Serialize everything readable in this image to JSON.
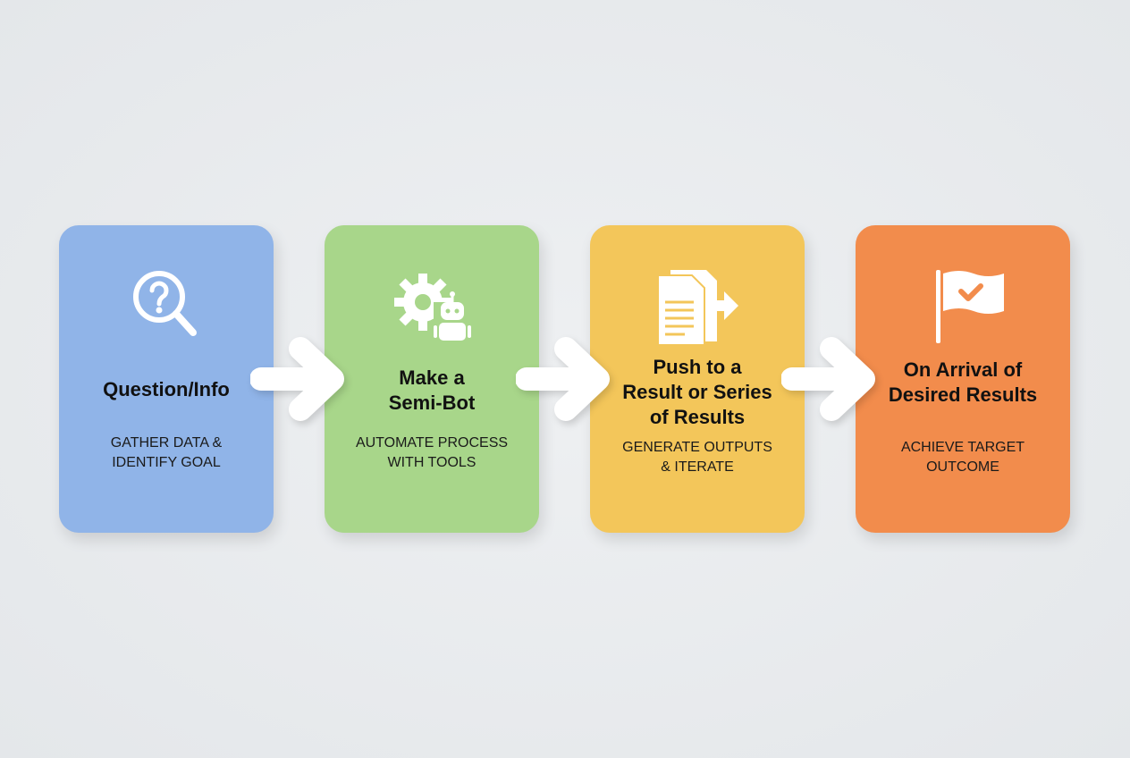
{
  "colors": {
    "background": "#e8ebee",
    "step1": "#90b4e8",
    "step2": "#a8d68a",
    "step3": "#f3c65a",
    "step4": "#f28c4c",
    "arrow": "#ffffff"
  },
  "steps": [
    {
      "icon": "magnifier-question-icon",
      "title_lines": [
        "Question/Info"
      ],
      "subtitle_lines": [
        "GATHER DATA &",
        "IDENTIFY GOAL"
      ]
    },
    {
      "icon": "gear-robot-icon",
      "title_lines": [
        "Make a",
        "Semi-Bot"
      ],
      "subtitle_lines": [
        "AUTOMATE PROCESS",
        "WITH TOOLS"
      ]
    },
    {
      "icon": "documents-arrow-icon",
      "title_lines": [
        "Push to a",
        "Result or Series",
        "of Results"
      ],
      "subtitle_lines": [
        "GENERATE OUTPUTS",
        "& ITERATE"
      ]
    },
    {
      "icon": "flag-check-icon",
      "title_lines": [
        "On Arrival of",
        "Desired Results"
      ],
      "subtitle_lines": [
        "ACHIEVE TARGET",
        "OUTCOME"
      ]
    }
  ]
}
